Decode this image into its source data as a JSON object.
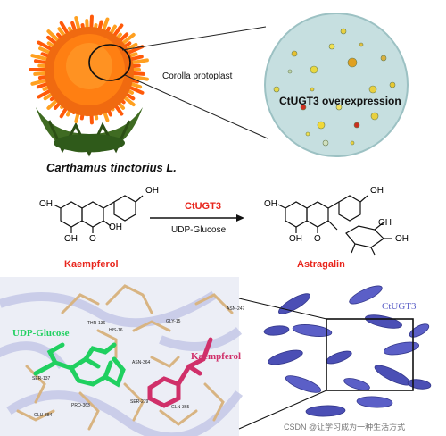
{
  "panel_top": {
    "species": "Carthamus tinctorius L.",
    "corolla_label": "Corolla protoplast",
    "overexpression_label": "CtUGT3 overexpression"
  },
  "panel_middle": {
    "enzyme": "CtUGT3",
    "cosubstrate": "UDP-Glucose",
    "substrate_name": "Kaempferol",
    "product_name": "Astragalin",
    "atom_labels": {
      "oh": "OH",
      "o": "O"
    }
  },
  "panel_bottom": {
    "docking": {
      "udp_label": "UDP-Glucose",
      "ligand_label": "Kaempferol",
      "residues": [
        "THR-136",
        "HIS-16",
        "GLY-15",
        "ASN-247",
        "ASN-364",
        "SER-137",
        "PRO-363",
        "GLU-384",
        "SER-279",
        "GLN-365"
      ]
    },
    "protein_label": "CtUGT3"
  },
  "watermark": "CSDN @让学习成为一种生活方式",
  "colors": {
    "red_label": "#e8251c",
    "udp_green": "#20d060",
    "kaempferol_magenta": "#d0306a",
    "protein_blue": "#5b5fc7",
    "residue_tan": "#d8b482"
  }
}
